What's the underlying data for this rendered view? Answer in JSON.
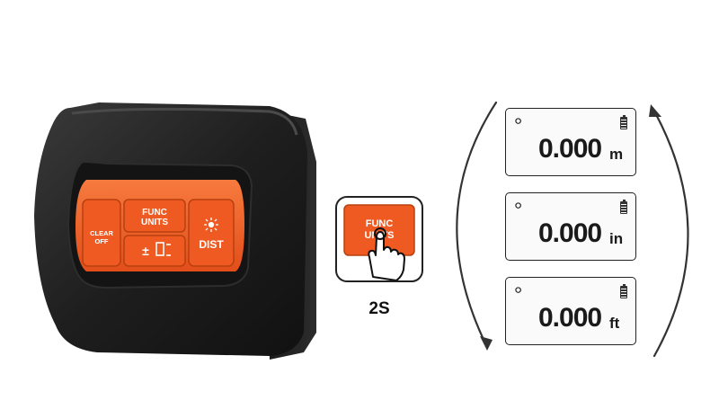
{
  "device": {
    "clear_off_label": [
      "CLEAR",
      "OFF"
    ],
    "func_units_label": [
      "FUNC",
      "UNITS"
    ],
    "dist_label": "DIST",
    "plus_minus_label": "±"
  },
  "hold": {
    "button_label": [
      "FUNC",
      "UNITS"
    ],
    "duration": "2S"
  },
  "displays": [
    {
      "value": "0.000",
      "unit": "m"
    },
    {
      "value": "0.000",
      "unit": "in"
    },
    {
      "value": "0.000",
      "unit": "ft"
    }
  ],
  "colors": {
    "body": "#1f1f1f",
    "keypad": "#f05a24",
    "outline": "#222222"
  }
}
